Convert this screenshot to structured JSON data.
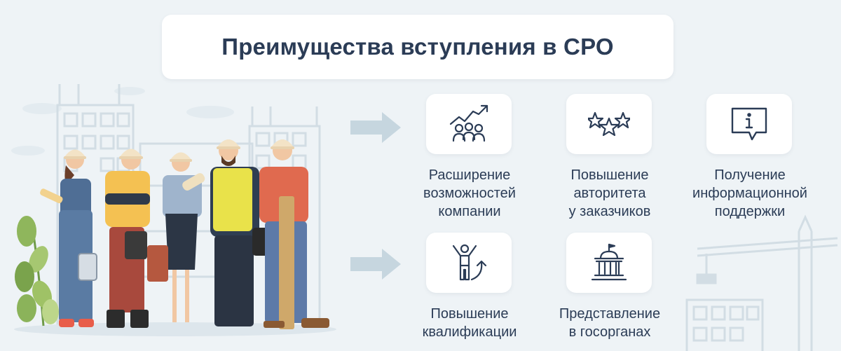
{
  "title": "Преимущества вступления в СРО",
  "benefits": [
    {
      "icon": "growth-chart-people-icon",
      "lines": [
        "Расширение",
        "возможностей",
        "компании"
      ]
    },
    {
      "icon": "three-stars-icon",
      "lines": [
        "Повышение",
        "авторитета",
        "у заказчиков"
      ]
    },
    {
      "icon": "info-speech-bubble-icon",
      "lines": [
        "Получение",
        "информационной",
        "поддержки"
      ]
    },
    {
      "icon": "person-growth-arrow-icon",
      "lines": [
        "Повышение",
        "квалификации"
      ]
    },
    {
      "icon": "government-building-icon",
      "lines": [
        "Представление",
        "в госорганах"
      ]
    }
  ],
  "colors": {
    "background": "#eef3f6",
    "title_text": "#2b3c56",
    "icon_stroke": "#2b3c56",
    "arrow": "#c6d6df",
    "building": "#d2dde4"
  }
}
